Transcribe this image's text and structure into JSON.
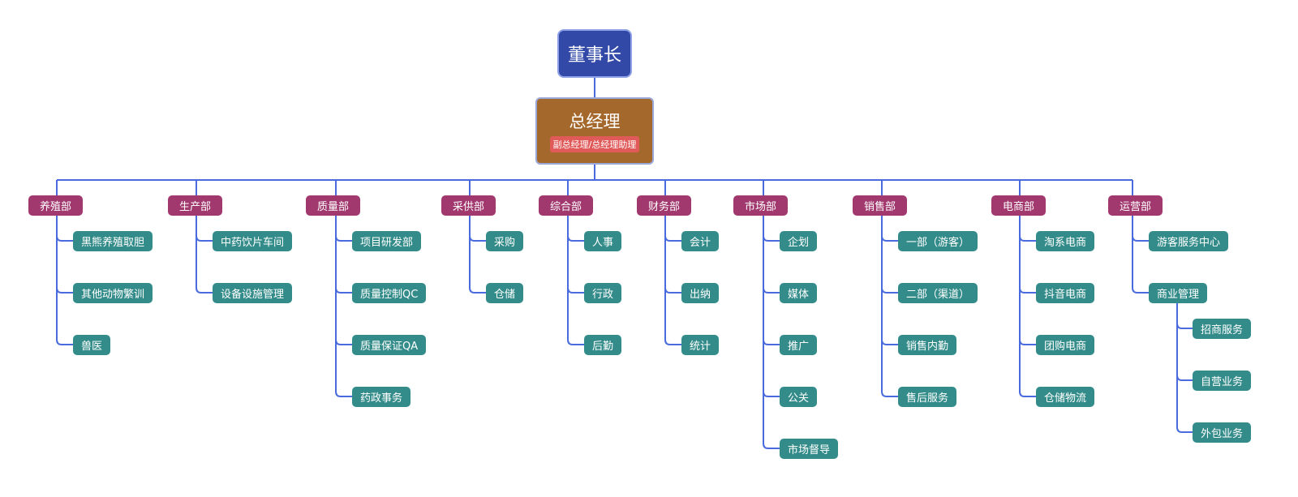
{
  "colors": {
    "line": "#4a6be0",
    "root": "#3249a8",
    "general_manager": "#a5682c",
    "sub_badge": "#e05a5a",
    "department": "#a1386e",
    "leaf": "#348c8a"
  },
  "root": {
    "label": "董事长"
  },
  "general_manager": {
    "label": "总经理",
    "sub_label": "副总经理/总经理助理"
  },
  "departments": [
    {
      "label": "养殖部",
      "children": [
        {
          "label": "黑熊养殖取胆"
        },
        {
          "label": "其他动物繁训"
        },
        {
          "label": "兽医"
        }
      ]
    },
    {
      "label": "生产部",
      "children": [
        {
          "label": "中药饮片车间"
        },
        {
          "label": "设备设施管理"
        }
      ]
    },
    {
      "label": "质量部",
      "children": [
        {
          "label": "项目研发部"
        },
        {
          "label": "质量控制QC"
        },
        {
          "label": "质量保证QA"
        },
        {
          "label": "药政事务"
        }
      ]
    },
    {
      "label": "采供部",
      "children": [
        {
          "label": "采购"
        },
        {
          "label": "仓储"
        }
      ]
    },
    {
      "label": "综合部",
      "children": [
        {
          "label": "人事"
        },
        {
          "label": "行政"
        },
        {
          "label": "后勤"
        }
      ]
    },
    {
      "label": "财务部",
      "children": [
        {
          "label": "会计"
        },
        {
          "label": "出纳"
        },
        {
          "label": "统计"
        }
      ]
    },
    {
      "label": "市场部",
      "children": [
        {
          "label": "企划"
        },
        {
          "label": "媒体"
        },
        {
          "label": "推广"
        },
        {
          "label": "公关"
        },
        {
          "label": "市场督导"
        }
      ]
    },
    {
      "label": "销售部",
      "children": [
        {
          "label": "一部（游客）"
        },
        {
          "label": "二部（渠道）"
        },
        {
          "label": "销售内勤"
        },
        {
          "label": "售后服务"
        }
      ]
    },
    {
      "label": "电商部",
      "children": [
        {
          "label": "淘系电商"
        },
        {
          "label": "抖音电商"
        },
        {
          "label": "团购电商"
        },
        {
          "label": "仓储物流"
        }
      ]
    },
    {
      "label": "运营部",
      "children": [
        {
          "label": "游客服务中心"
        },
        {
          "label": "商业管理",
          "children": [
            {
              "label": "招商服务"
            },
            {
              "label": "自营业务"
            },
            {
              "label": "外包业务"
            }
          ]
        }
      ]
    }
  ]
}
